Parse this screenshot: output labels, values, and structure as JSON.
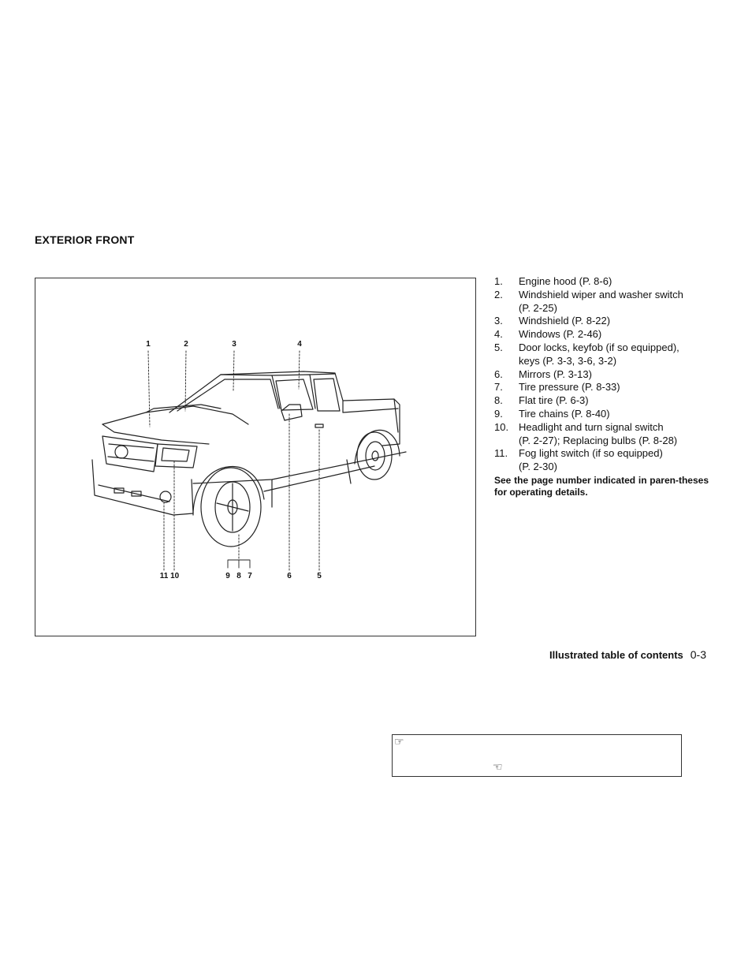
{
  "section": {
    "title": "EXTERIOR FRONT"
  },
  "figure": {
    "callouts": [
      "1",
      "2",
      "3",
      "4",
      "11 10",
      "9",
      "8",
      "7",
      "6",
      "5"
    ]
  },
  "legend": {
    "items": [
      {
        "num": "1.",
        "lines": [
          "Engine hood (P. 8-6)"
        ]
      },
      {
        "num": "2.",
        "lines": [
          "Windshield wiper and washer switch",
          "(P. 2-25)"
        ]
      },
      {
        "num": "3.",
        "lines": [
          "Windshield (P. 8-22)"
        ]
      },
      {
        "num": "4.",
        "lines": [
          "Windows (P. 2-46)"
        ]
      },
      {
        "num": "5.",
        "lines": [
          "Door locks, keyfob (if so equipped),",
          "keys (P. 3-3, 3-6, 3-2)"
        ]
      },
      {
        "num": "6.",
        "lines": [
          "Mirrors (P. 3-13)"
        ]
      },
      {
        "num": "7.",
        "lines": [
          "Tire pressure (P. 8-33)"
        ]
      },
      {
        "num": "8.",
        "lines": [
          "Flat tire (P. 6-3)"
        ]
      },
      {
        "num": "9.",
        "lines": [
          "Tire chains (P. 8-40)"
        ]
      },
      {
        "num": "10.",
        "lines": [
          "Headlight and turn signal switch",
          "(P. 2-27); Replacing bulbs (P. 8-28)"
        ]
      },
      {
        "num": "11.",
        "lines": [
          "Fog light switch (if so equipped)",
          "(P. 2-30)"
        ]
      }
    ],
    "note": "See the page number indicated in paren-theses for operating details."
  },
  "footer": {
    "title": "Illustrated table of contents",
    "page": "0-3"
  },
  "notebox": {
    "icon1": "hand-pointer-icon",
    "icon2": "hand-pointer-icon"
  }
}
